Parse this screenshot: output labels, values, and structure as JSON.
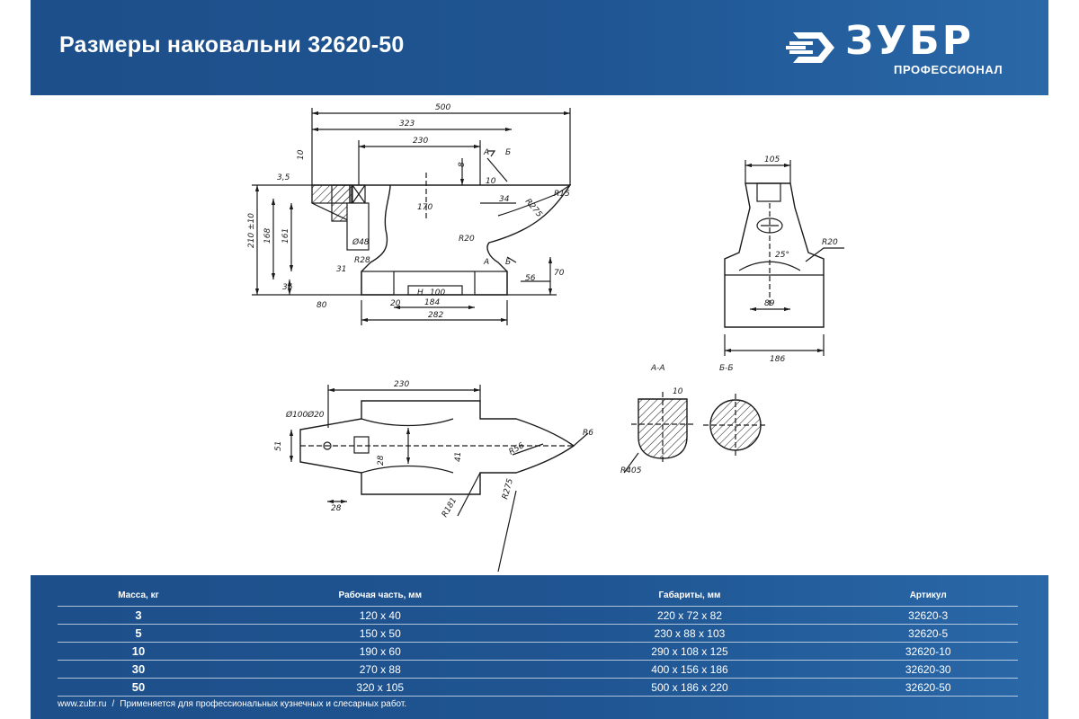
{
  "header": {
    "title": "Размеры наковальни 32620-50"
  },
  "logo": {
    "brand": "ЗУБР",
    "tagline": "ПРОФЕССИОНАЛ",
    "icon": "zubr-emblem-icon"
  },
  "colors": {
    "band": "#1f5592",
    "band_light": "#2a68a8",
    "text_on_band": "#ffffff",
    "hatch": "#1a1a1a"
  },
  "drawing": {
    "front_view": {
      "dims": [
        "500",
        "323",
        "230",
        "170",
        "210 ±10",
        "168",
        "161",
        "36",
        "31",
        "80",
        "184",
        "282",
        "100",
        "H",
        "20",
        "56",
        "70",
        "10",
        "34",
        "R15",
        "R275",
        "R20",
        "R28",
        "Ø48",
        "3,5",
        "10",
        "8"
      ],
      "section_marks": [
        "А",
        "А",
        "Б",
        "Б"
      ]
    },
    "side_view": {
      "dims": [
        "105",
        "89",
        "186",
        "25°",
        "R20"
      ]
    },
    "top_view": {
      "dims": [
        "230",
        "Ø100",
        "Ø20",
        "51",
        "28",
        "28",
        "R181",
        "R275",
        "R56",
        "R6",
        "41"
      ]
    },
    "sections": {
      "a_label": "А-А",
      "b_label": "Б-Б",
      "a_dims": [
        "R405",
        "10"
      ]
    }
  },
  "specs": {
    "headers": [
      "Масса, кг",
      "Рабочая часть, мм",
      "Габариты, мм",
      "Артикул"
    ],
    "rows": [
      {
        "mass": "3",
        "work": "120 x 40",
        "size": "220 x 72 x 82",
        "sku": "32620-3"
      },
      {
        "mass": "5",
        "work": "150 x 50",
        "size": "230 x 88 x 103",
        "sku": "32620-5"
      },
      {
        "mass": "10",
        "work": "190 x 60",
        "size": "290 x 108 x 125",
        "sku": "32620-10"
      },
      {
        "mass": "30",
        "work": "270 x 88",
        "size": "400 x 156 x 186",
        "sku": "32620-30"
      },
      {
        "mass": "50",
        "work": "320 x 105",
        "size": "500 x 186 x 220",
        "sku": "32620-50"
      }
    ]
  },
  "footer": {
    "site": "www.zubr.ru",
    "separator": "/",
    "note": "Применяется для профессиональных кузнечных и слесарных работ."
  }
}
